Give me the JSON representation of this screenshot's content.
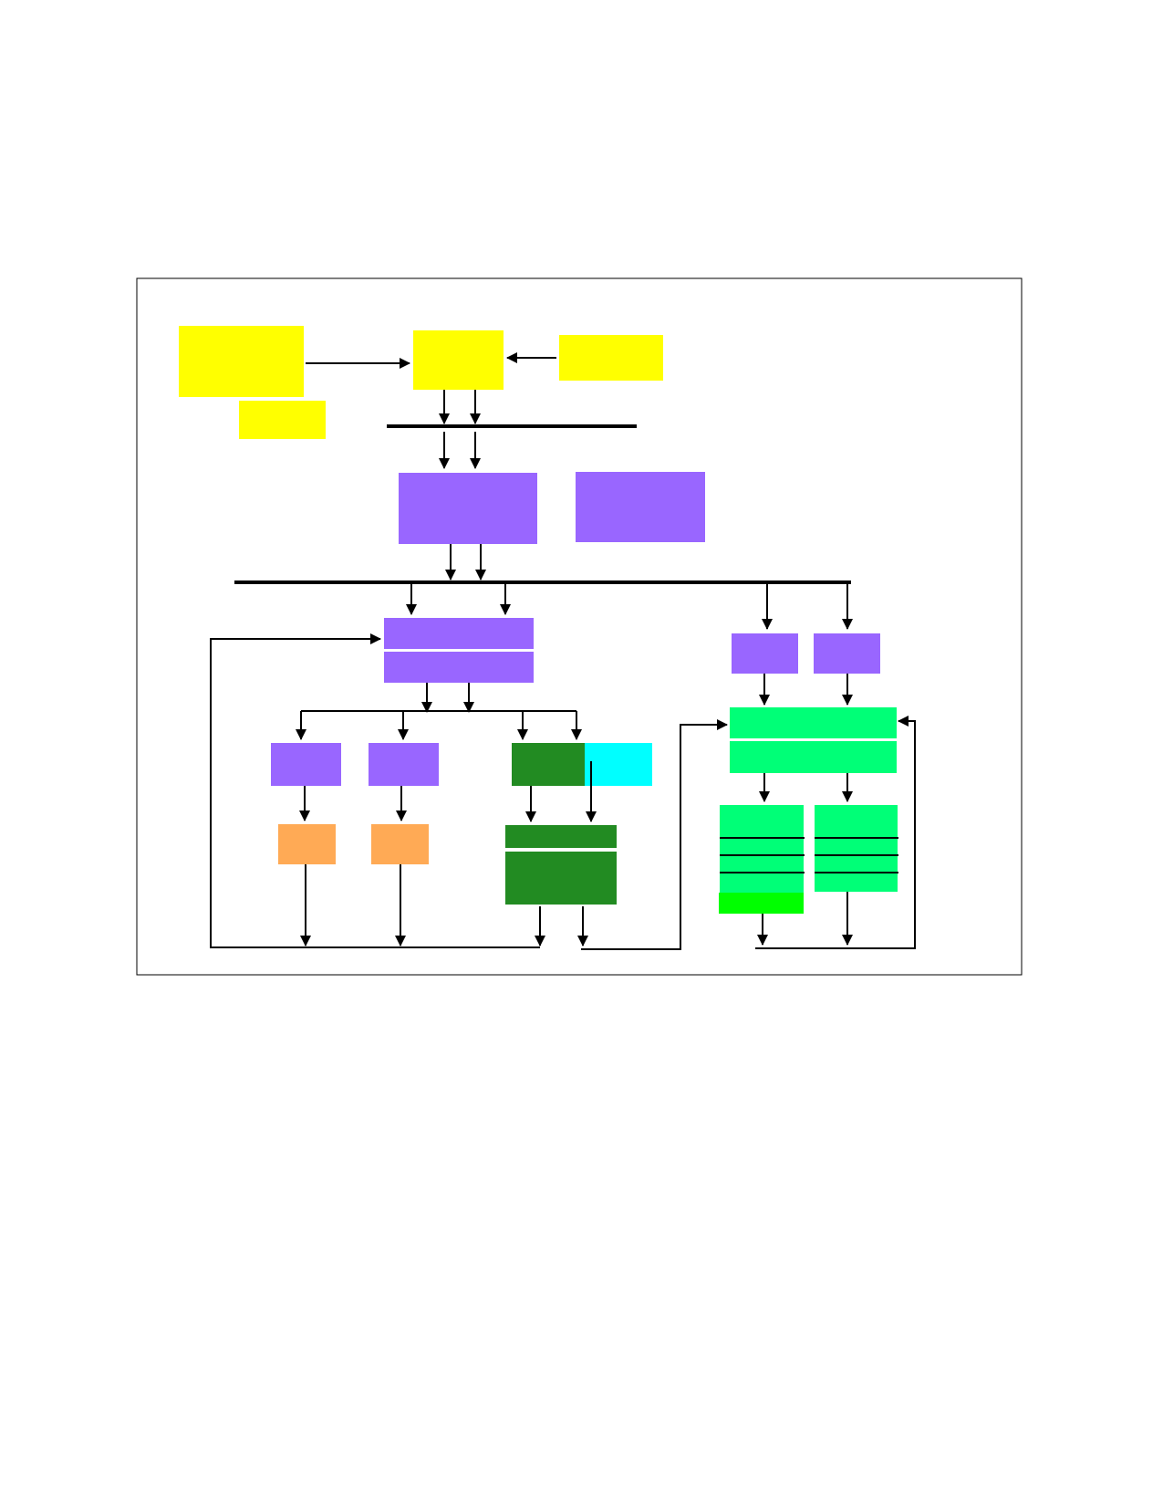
{
  "colors": {
    "background": "#ffffff",
    "frame": "#000000",
    "line": "#000000",
    "yellow": "#ffff00",
    "violet": "#9966ff",
    "dark_green": "#228b22",
    "cyan": "#00ffff",
    "orange": "#ffaa55",
    "spring_green": "#00ff77",
    "lime": "#00ff00",
    "divider": "#ffffff"
  },
  "boxes": [
    {
      "name": "yellow-box-top-left",
      "color": "yellow"
    },
    {
      "name": "yellow-box-small-left",
      "color": "yellow"
    },
    {
      "name": "yellow-box-top-center",
      "color": "yellow"
    },
    {
      "name": "yellow-box-top-right",
      "color": "yellow"
    },
    {
      "name": "violet-box-center",
      "color": "violet"
    },
    {
      "name": "violet-box-right",
      "color": "violet"
    },
    {
      "name": "violet-box-split-center",
      "color": "violet",
      "divider": "horizontal"
    },
    {
      "name": "violet-box-small-1",
      "color": "violet"
    },
    {
      "name": "violet-box-small-2",
      "color": "violet"
    },
    {
      "name": "violet-box-right-small-1",
      "color": "violet"
    },
    {
      "name": "violet-box-right-small-2",
      "color": "violet"
    },
    {
      "name": "dark-green-box-small",
      "color": "dark_green"
    },
    {
      "name": "cyan-box",
      "color": "cyan"
    },
    {
      "name": "dark-green-box-split",
      "color": "dark_green",
      "divider": "horizontal"
    },
    {
      "name": "orange-box-1",
      "color": "orange"
    },
    {
      "name": "orange-box-2",
      "color": "orange"
    },
    {
      "name": "spring-green-box-split",
      "color": "spring_green",
      "divider": "horizontal"
    },
    {
      "name": "spring-green-stack-left",
      "color": "spring_green",
      "divider": "stacked"
    },
    {
      "name": "spring-green-stack-right",
      "color": "spring_green",
      "divider": "stacked"
    },
    {
      "name": "lime-box-bottom",
      "color": "lime"
    }
  ]
}
